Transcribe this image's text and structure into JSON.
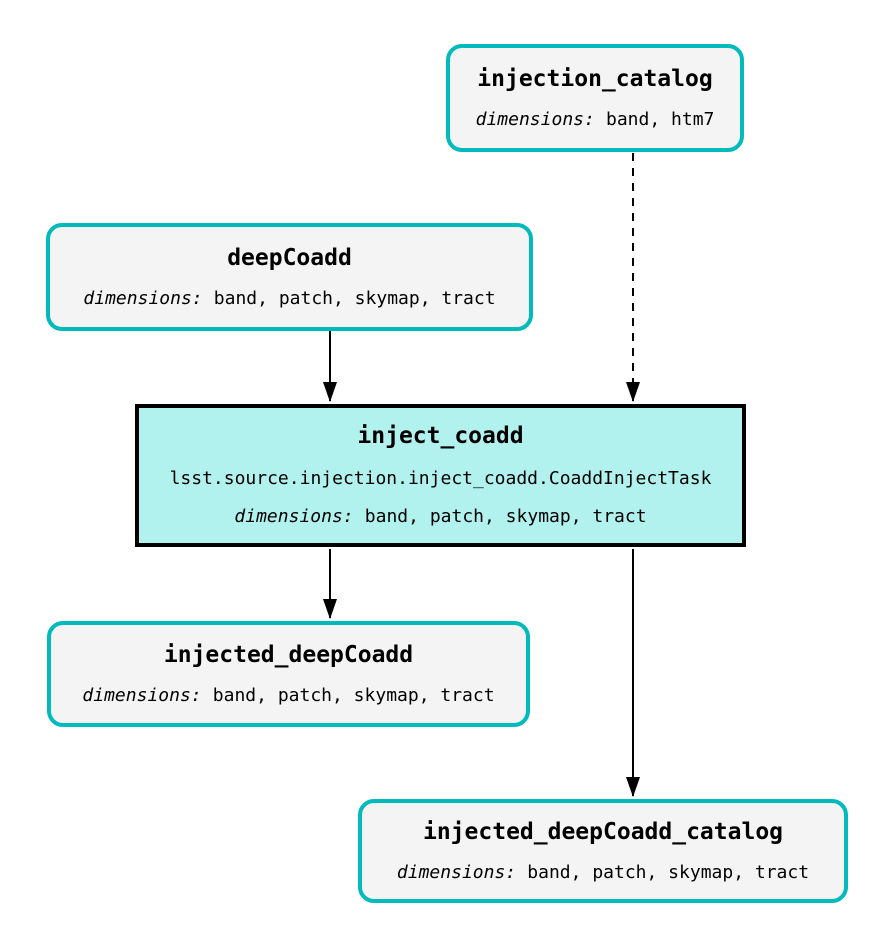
{
  "diagram": {
    "background": "#ffffff",
    "colors": {
      "dataset_border": "#00babc",
      "dataset_fill": "#f4f4f4",
      "task_border": "#000000",
      "task_fill": "#b1f2ef",
      "edge": "#000000",
      "text": "#000000"
    },
    "nodes": {
      "injection_catalog": {
        "type": "dataset",
        "title": "injection_catalog",
        "dimensions_label": "dimensions:",
        "dimensions": "band, htm7"
      },
      "deepCoadd": {
        "type": "dataset",
        "title": "deepCoadd",
        "dimensions_label": "dimensions:",
        "dimensions": "band, patch, skymap, tract"
      },
      "inject_coadd": {
        "type": "task",
        "title": "inject_coadd",
        "task_class": "lsst.source.injection.inject_coadd.CoaddInjectTask",
        "dimensions_label": "dimensions:",
        "dimensions": "band, patch, skymap, tract"
      },
      "injected_deepCoadd": {
        "type": "dataset",
        "title": "injected_deepCoadd",
        "dimensions_label": "dimensions:",
        "dimensions": "band, patch, skymap, tract"
      },
      "injected_deepCoadd_catalog": {
        "type": "dataset",
        "title": "injected_deepCoadd_catalog",
        "dimensions_label": "dimensions:",
        "dimensions": "band, patch, skymap, tract"
      }
    },
    "edges": [
      {
        "from": "deepCoadd",
        "to": "inject_coadd",
        "style": "solid"
      },
      {
        "from": "injection_catalog",
        "to": "inject_coadd",
        "style": "dashed"
      },
      {
        "from": "inject_coadd",
        "to": "injected_deepCoadd",
        "style": "solid"
      },
      {
        "from": "inject_coadd",
        "to": "injected_deepCoadd_catalog",
        "style": "solid"
      }
    ]
  }
}
